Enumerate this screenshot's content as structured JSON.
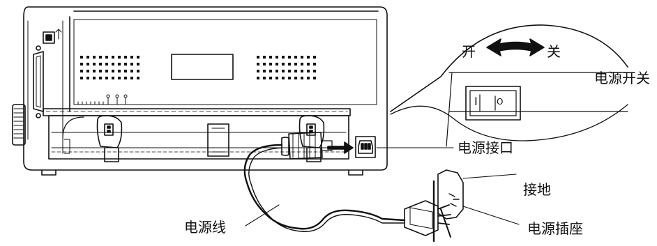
{
  "labels": {
    "switch_on": "开",
    "switch_off": "关",
    "power_switch": "电源开关",
    "power_port": "电源接口",
    "ground": "接地",
    "power_cord": "电源线",
    "power_socket": "电源插座"
  },
  "switch_state_marks": {
    "on_mark": "I",
    "off_mark": "O"
  }
}
